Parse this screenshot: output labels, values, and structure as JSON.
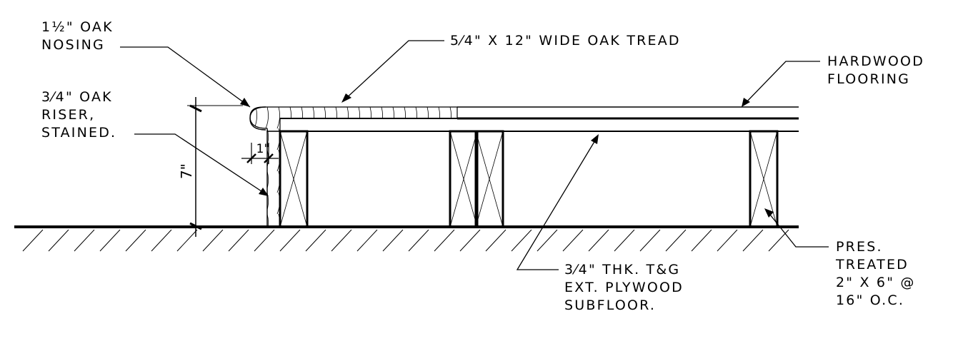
{
  "labels": {
    "nosing": [
      "1½\" OAK",
      "NOSING"
    ],
    "tread": "5⁄4\" X 12\" WIDE OAK TREAD",
    "hardwood": [
      "HARDWOOD",
      "FLOORING"
    ],
    "riser": [
      "3⁄4\" OAK",
      "RISER,",
      "STAINED."
    ],
    "subfloor": [
      "3⁄4\" THK. T&G",
      "EXT. PLYWOOD",
      "SUBFLOOR."
    ],
    "joist": [
      "PRES.",
      "TREATED",
      "2\" X 6\" @",
      "16\" O.C."
    ]
  },
  "dimensions": {
    "riser_height": "7\"",
    "nosing_overhang": "1\""
  }
}
